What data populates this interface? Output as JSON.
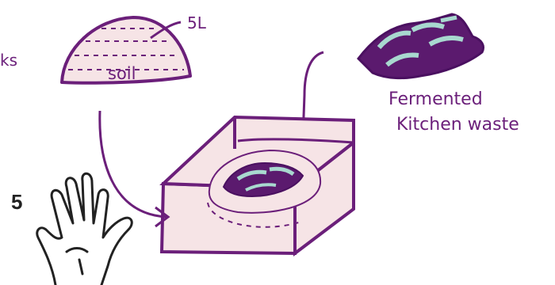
{
  "step_number": "5",
  "labels": {
    "partial_text": "ks",
    "volume": "5L",
    "soil": "soil",
    "waste_line1": "Fermented",
    "waste_line2": "Kitchen waste"
  },
  "colors": {
    "ink": "#6b1f7a",
    "fill_pink": "#f6e4e6",
    "teal": "#a8d8cf",
    "dark": "#222222"
  },
  "icons": [
    "soil-mound",
    "fermented-waste-icon",
    "container-box",
    "hand-icon",
    "arrow-icon"
  ]
}
